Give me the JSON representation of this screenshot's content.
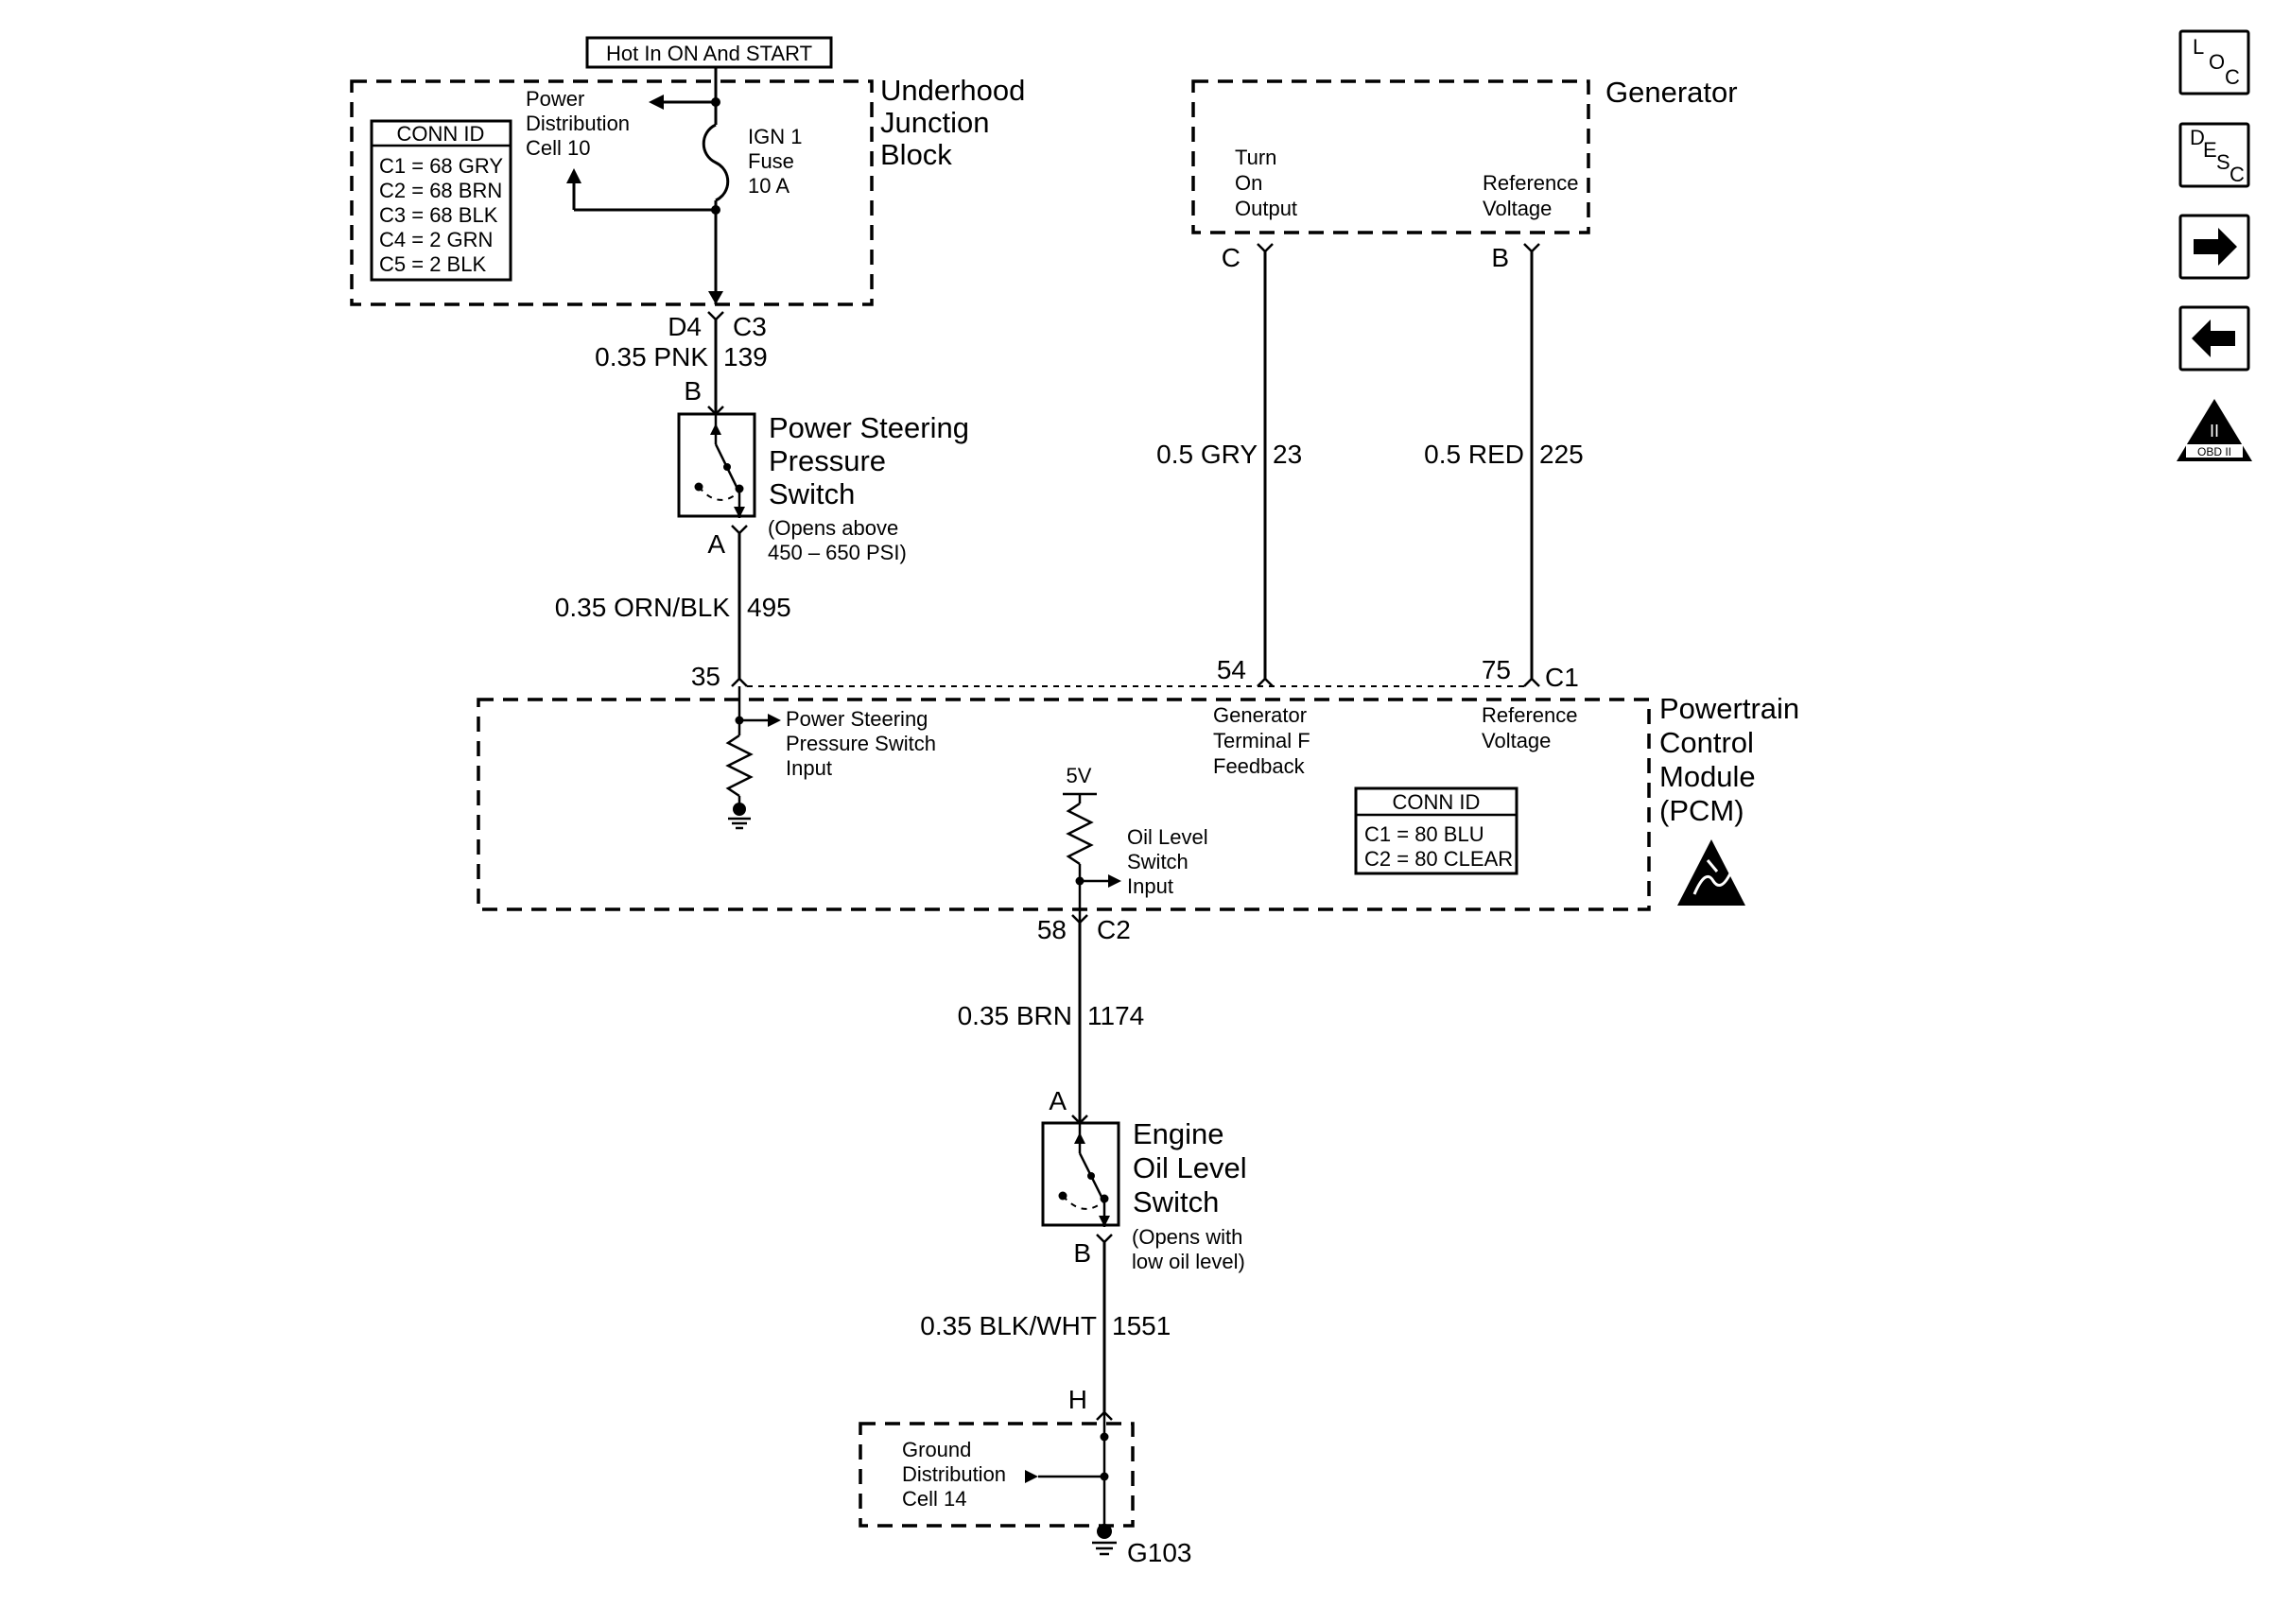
{
  "hot_in_label": "Hot In ON And START",
  "underhood_block": {
    "title": [
      "Underhood",
      "Junction",
      "Block"
    ],
    "conn_id_title": "CONN ID",
    "conn_ids": [
      "C1 = 68 GRY",
      "C2 = 68 BRN",
      "C3 = 68 BLK",
      "C4 = 2 GRN",
      "C5 = 2 BLK"
    ],
    "power_distribution": [
      "Power",
      "Distribution",
      "Cell 10"
    ],
    "fuse": [
      "IGN 1",
      "Fuse",
      "10 A"
    ]
  },
  "generator": {
    "title": "Generator",
    "turn_on_output": [
      "Turn",
      "On",
      "Output"
    ],
    "reference_voltage": [
      "Reference",
      "Voltage"
    ],
    "pin_c": "C",
    "pin_b": "B"
  },
  "connectors": {
    "d4": "D4",
    "c3": "C3",
    "b_top": "B",
    "a_ps": "A",
    "pin_35": "35",
    "pin_54": "54",
    "pin_75": "75",
    "c1": "C1",
    "pin_58": "58",
    "c2": "C2",
    "a_oil": "A",
    "b_oil": "B",
    "h": "H"
  },
  "wires": {
    "pnk": {
      "gauge_color": "0.35 PNK",
      "circuit": "139"
    },
    "orn_blk": {
      "gauge_color": "0.35 ORN/BLK",
      "circuit": "495"
    },
    "gry": {
      "gauge_color": "0.5 GRY",
      "circuit": "23"
    },
    "red": {
      "gauge_color": "0.5 RED",
      "circuit": "225"
    },
    "brn": {
      "gauge_color": "0.35 BRN",
      "circuit": "1174"
    },
    "blk_wht": {
      "gauge_color": "0.35 BLK/WHT",
      "circuit": "1551"
    }
  },
  "ps_switch": {
    "title": [
      "Power Steering",
      "Pressure",
      "Switch"
    ],
    "note": [
      "(Opens above",
      "450 – 650 PSI)"
    ]
  },
  "pcm": {
    "title": [
      "Powertrain",
      "Control",
      "Module",
      "(PCM)"
    ],
    "ps_input": [
      "Power Steering",
      "Pressure Switch",
      "Input"
    ],
    "gen_feedback": [
      "Generator",
      "Terminal F",
      "Feedback"
    ],
    "ref_voltage": [
      "Reference",
      "Voltage"
    ],
    "five_v": "5V",
    "oil_input": [
      "Oil Level",
      "Switch",
      "Input"
    ],
    "conn_id_title": "CONN ID",
    "conn_ids": [
      "C1 = 80 BLU",
      "C2 = 80 CLEAR"
    ]
  },
  "oil_switch": {
    "title": [
      "Engine",
      "Oil Level",
      "Switch"
    ],
    "note": [
      "(Opens with",
      "low oil level)"
    ]
  },
  "ground": {
    "distribution": [
      "Ground",
      "Distribution",
      "Cell 14"
    ],
    "id": "G103"
  },
  "nav": {
    "loc_letters": [
      "L",
      "O",
      "C"
    ],
    "desc_letters": [
      "D",
      "E",
      "S",
      "C"
    ],
    "obd_numeral": "II",
    "obd_label": "OBD II"
  }
}
